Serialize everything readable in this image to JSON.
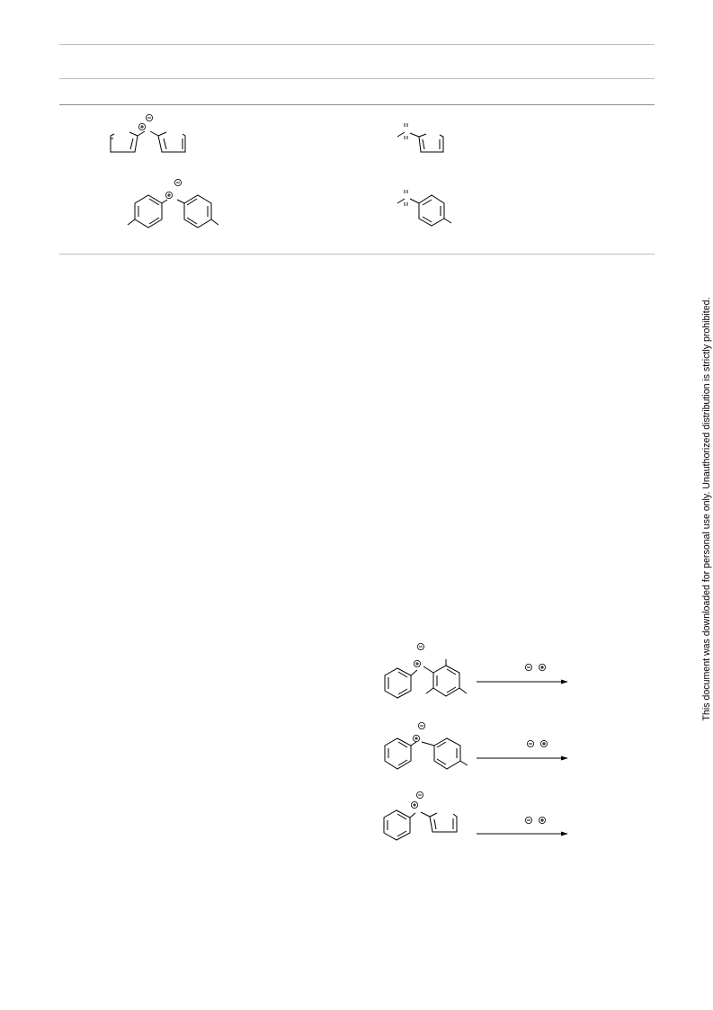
{
  "page": {
    "side_note": "This document was downloaded for personal use only. Unauthorized distribution is strictly prohibited."
  },
  "table": {
    "rows": [
      {
        "reagent": "bis(thienyl)iodonium salt",
        "product": "hypervalent 2-thienyl species"
      },
      {
        "reagent": "bis(p-tolyl)iodonium salt",
        "product": "hypervalent p-tolyl species"
      }
    ]
  },
  "scheme": {
    "reactions": [
      {
        "reagent": "phenyl(mesityl)iodonium salt"
      },
      {
        "reagent": "phenyl(p-tolyl)iodonium salt"
      },
      {
        "reagent": "phenyl(2-thienyl)iodonium salt"
      }
    ]
  }
}
